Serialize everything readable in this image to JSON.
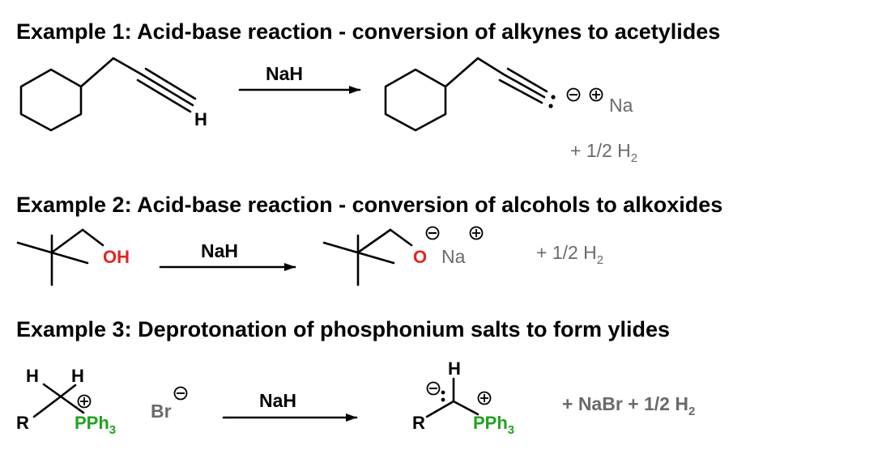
{
  "examples": [
    {
      "title": "Example 1: Acid-base reaction - conversion of alkynes to acetylides",
      "reagent": "NaH",
      "reactant_atom": "H",
      "product_counterion": "Na",
      "byproduct": "+ 1/2 H",
      "byproduct_sub": "2"
    },
    {
      "title": "Example 2: Acid-base reaction - conversion of alcohols to alkoxides",
      "reagent": "NaH",
      "reactant_group": "OH",
      "product_atom": "O",
      "product_counterion": "Na",
      "byproduct": "+ 1/2 H",
      "byproduct_sub": "2"
    },
    {
      "title": "Example 3: Deprotonation of phosphonium salts to form ylides",
      "reagent": "NaH",
      "h1": "H",
      "h2": "H",
      "r_group": "R",
      "phosphonium": "PPh",
      "phosphonium_sub": "3",
      "counterion": "Br",
      "product_h": "H",
      "product_r": "R",
      "product_phosphonium": "PPh",
      "product_phosphonium_sub": "3",
      "byproduct": "+ NaBr + 1/2 H",
      "byproduct_sub": "2"
    }
  ],
  "colors": {
    "oxygen": "#e8231f",
    "phosphorus": "#1fa31f",
    "byproduct": "#6a6a6a",
    "text": "#000000"
  },
  "icons": [
    "arrow-icon",
    "minus-charge-icon",
    "plus-charge-icon",
    "lone-pair-icon"
  ]
}
